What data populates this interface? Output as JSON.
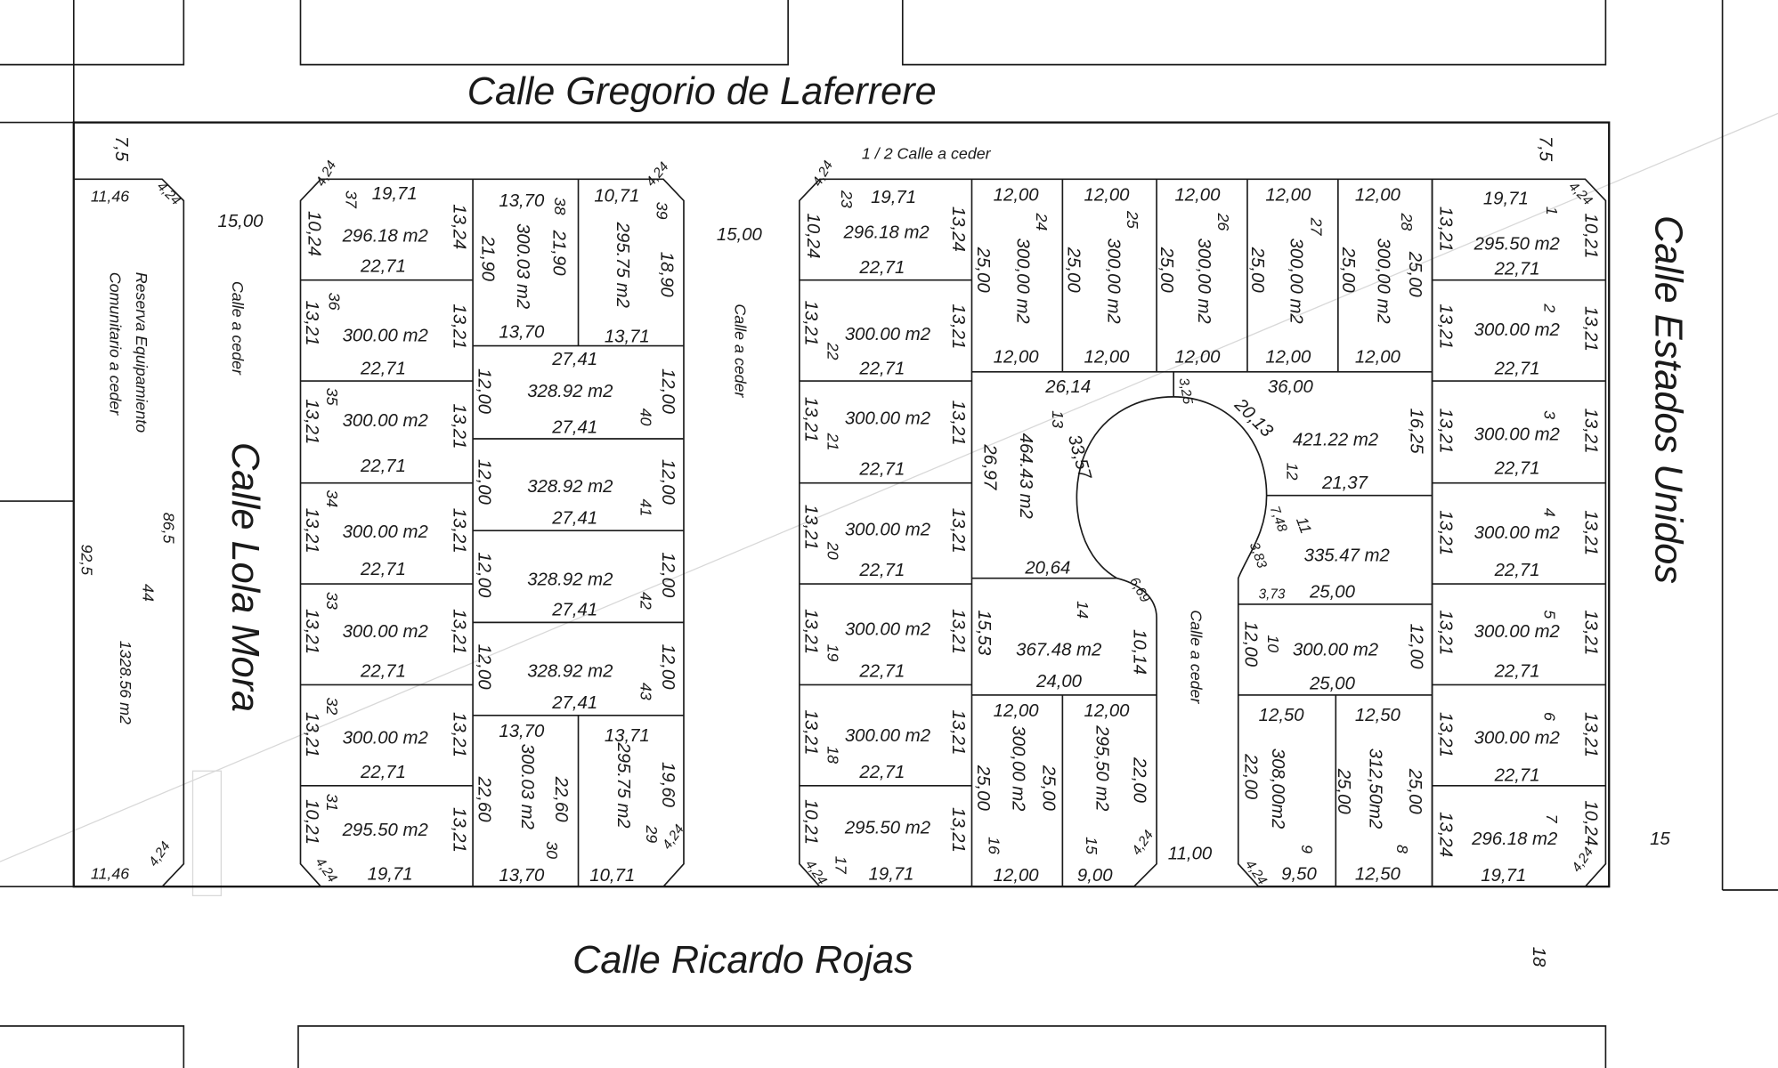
{
  "streets": {
    "top": "Calle  Gregorio de Laferrere",
    "bottom": "Calle  Ricardo Rojas",
    "left": "Calle  Lola Mora",
    "right": "Calle  Estados Unidos"
  },
  "labels": {
    "half_street": "1 / 2 Calle a ceder",
    "calle_a_ceder_left": "Calle a ceder",
    "calle_a_ceder_mid": "Calle a ceder",
    "calle_a_ceder_cul": "Calle a ceder",
    "reserve_line1": "Reserva Equipamiento",
    "reserve_line2": "Comunitario a ceder",
    "setback_left": "7,5",
    "setback_right": "7,5",
    "width_left_street": "15,00",
    "width_mid_street": "15,00",
    "cul_opening": "11,00",
    "outside_15": "15",
    "outside_18": "18"
  },
  "reserve": {
    "lot": "44",
    "area": "1328.56 m2",
    "top": "11,46",
    "bottom": "11,46",
    "chamfer_top": "4,24",
    "chamfer_bottom": "4,24",
    "side_left": "92,5",
    "side_right": "86,5"
  },
  "block_a": {
    "lot37": {
      "lot": "37",
      "area": "296.18 m2",
      "top": "19,71",
      "bottom": "22,71",
      "left": "10,24",
      "right": "13,24",
      "chamfer": "4,24"
    },
    "lots_std": [
      {
        "lot": "36",
        "area": "300.00 m2",
        "bottom": "22,71",
        "left": "13,21",
        "right": "13,21"
      },
      {
        "lot": "35",
        "area": "300.00 m2",
        "bottom": "22,71",
        "left": "13,21",
        "right": "13,21"
      },
      {
        "lot": "34",
        "area": "300.00 m2",
        "bottom": "22,71",
        "left": "13,21",
        "right": "13,21"
      },
      {
        "lot": "33",
        "area": "300.00 m2",
        "bottom": "22,71",
        "left": "13,21",
        "right": "13,21"
      },
      {
        "lot": "32",
        "area": "300.00 m2",
        "bottom": "22,71",
        "left": "13,21",
        "right": "13,21"
      }
    ],
    "lot31": {
      "lot": "31",
      "area": "295.50 m2",
      "bottom": "19,71",
      "left": "10,21",
      "right": "13,21",
      "chamfer": "4,24"
    },
    "lot38": {
      "lot": "38",
      "area": "300.03 m2",
      "top": "13,70",
      "bottom": "13,70",
      "left": "21,90",
      "right": "21,90"
    },
    "lot39": {
      "lot": "39",
      "area": "295.75 m2",
      "top": "10,71",
      "bottom": "13,71",
      "right": "18,90",
      "chamfer": "4,24"
    },
    "lots_wide": [
      {
        "lot": "40",
        "area": "328.92 m2",
        "top": "27,41",
        "bottom": "27,41",
        "left": "12,00",
        "right": "12,00"
      },
      {
        "lot": "41",
        "area": "328.92 m2",
        "bottom": "27,41",
        "left": "12,00",
        "right": "12,00"
      },
      {
        "lot": "42",
        "area": "328.92 m2",
        "bottom": "27,41",
        "left": "12,00",
        "right": "12,00"
      },
      {
        "lot": "43",
        "area": "328.92 m2",
        "bottom": "27,41",
        "left": "12,00",
        "right": "12,00"
      }
    ],
    "lot30": {
      "lot": "30",
      "area": "300.03 m2",
      "top": "13,70",
      "bottom": "13,70",
      "left": "22,60",
      "right": "22,60"
    },
    "lot29": {
      "lot": "29",
      "area": "295.75 m2",
      "top": "13,71",
      "bottom": "10,71",
      "right": "19,60",
      "chamfer": "4,24"
    }
  },
  "block_b": {
    "lot23": {
      "lot": "23",
      "area": "296.18 m2",
      "top": "19,71",
      "bottom": "22,71",
      "left": "10,24",
      "right": "13,24",
      "chamfer": "4,24"
    },
    "lots_std": [
      {
        "lot": "22",
        "area": "300.00 m2",
        "bottom": "22,71",
        "left": "13,21",
        "right": "13,21"
      },
      {
        "lot": "21",
        "area": "300.00 m2",
        "bottom": "22,71",
        "left": "13,21",
        "right": "13,21"
      },
      {
        "lot": "20",
        "area": "300.00 m2",
        "bottom": "22,71",
        "left": "13,21",
        "right": "13,21"
      },
      {
        "lot": "19",
        "area": "300.00 m2",
        "bottom": "22,71",
        "left": "13,21",
        "right": "13,21"
      },
      {
        "lot": "18",
        "area": "300.00 m2",
        "bottom": "22,71",
        "left": "13,21",
        "right": "13,21"
      }
    ],
    "lot17": {
      "lot": "17",
      "area": "295.50 m2",
      "bottom": "19,71",
      "left": "10,21",
      "right": "13,21",
      "chamfer": "4,24"
    },
    "top_lots": [
      {
        "lot": "24",
        "area": "300,00 m2",
        "top": "12,00",
        "bottom": "12,00",
        "side": "25,00"
      },
      {
        "lot": "25",
        "area": "300,00 m2",
        "top": "12,00",
        "bottom": "12,00",
        "side": "25,00"
      },
      {
        "lot": "26",
        "area": "300,00 m2",
        "top": "12,00",
        "bottom": "12,00",
        "side": "25,00"
      },
      {
        "lot": "27",
        "area": "300,00 m2",
        "top": "12,00",
        "bottom": "12,00",
        "side": "25,00"
      },
      {
        "lot": "28",
        "area": "300,00 m2",
        "top": "12,00",
        "bottom": "12,00",
        "side": "25,00",
        "right": "25,00"
      }
    ],
    "lot13": {
      "lot": "13",
      "area": "464.43 m2",
      "top": "26,14",
      "bottom": "20,64",
      "left": "26,97",
      "arc": "33,57"
    },
    "lot14": {
      "lot": "14",
      "area": "367.48 m2",
      "bottom": "24,00",
      "left": "15,53",
      "right": "10,14",
      "arc": "6,69"
    },
    "lot16": {
      "lot": "16",
      "area": "300,00 m2",
      "top": "12,00",
      "bottom": "12,00",
      "left": "25,00",
      "right": "25,00"
    },
    "lot15": {
      "lot": "15",
      "area": "295,50 m2",
      "top": "12,00",
      "bottom": "9,00",
      "right": "22,00",
      "chamfer": "4,24"
    },
    "lot12": {
      "lot": "12",
      "area": "421.22 m2",
      "top": "36,00",
      "bottom": "21,37",
      "right": "16,25",
      "arc": "20,13",
      "stub": "3,25"
    },
    "lot11": {
      "lot": "11",
      "area": "335.47 m2",
      "bottom": "25,00",
      "arc": "7,48",
      "arc2": "3,83",
      "bottom_small": "3,73"
    },
    "lot10": {
      "lot": "10",
      "area": "300.00 m2",
      "bottom": "25,00",
      "left": "12,00",
      "right": "12,00"
    },
    "lot9": {
      "lot": "9",
      "area": "308,00m2",
      "top": "12,50",
      "bottom": "9,50",
      "left": "22,00",
      "chamfer": "4,24"
    },
    "lot8": {
      "lot": "8",
      "area": "312,50m2",
      "top": "12,50",
      "bottom": "12,50",
      "left": "25,00",
      "right": "25,00"
    }
  },
  "block_c": {
    "lot1": {
      "lot": "1",
      "area": "295.50 m2",
      "top": "19,71",
      "bottom": "22,71",
      "left": "13,21",
      "right": "10,21",
      "chamfer": "4,24"
    },
    "lots_std": [
      {
        "lot": "2",
        "area": "300.00 m2",
        "bottom": "22,71",
        "left": "13,21",
        "right": "13,21"
      },
      {
        "lot": "3",
        "area": "300.00 m2",
        "bottom": "22,71",
        "left": "13,21",
        "right": "13,21"
      },
      {
        "lot": "4",
        "area": "300.00 m2",
        "bottom": "22,71",
        "left": "13,21",
        "right": "13,21"
      },
      {
        "lot": "5",
        "area": "300.00 m2",
        "bottom": "22,71",
        "left": "13,21",
        "right": "13,21"
      },
      {
        "lot": "6",
        "area": "300.00 m2",
        "bottom": "22,71",
        "left": "13,21",
        "right": "13,21"
      }
    ],
    "lot7": {
      "lot": "7",
      "area": "296.18 m2",
      "bottom": "19,71",
      "left": "13,24",
      "right": "10,24",
      "chamfer": "4,24"
    }
  }
}
